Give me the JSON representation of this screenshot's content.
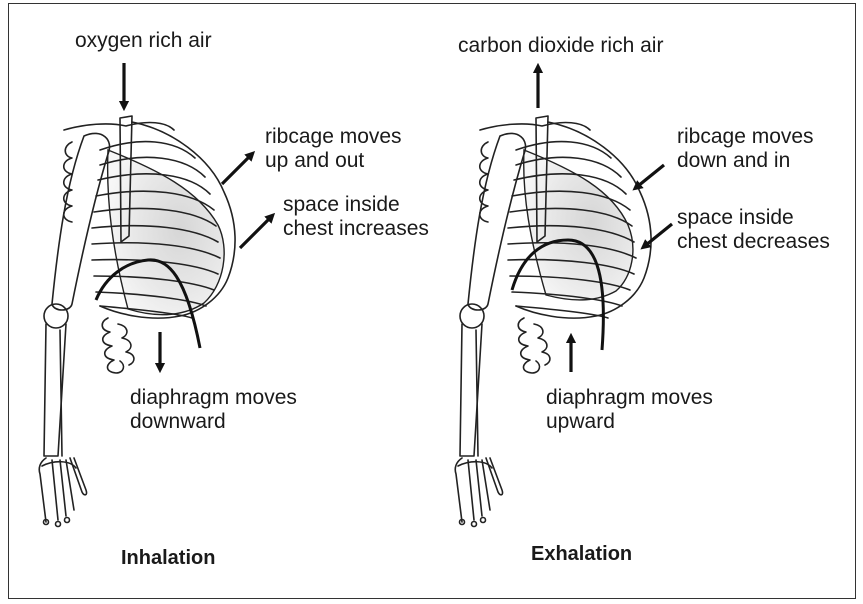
{
  "inhalation": {
    "title": "Inhalation",
    "air_label": "oxygen rich air",
    "ribcage": [
      "ribcage moves",
      "up and out"
    ],
    "space": [
      "space inside",
      "chest increases"
    ],
    "diaphragm": [
      "diaphragm moves",
      "downward"
    ]
  },
  "exhalation": {
    "title": "Exhalation",
    "air_label": "carbon dioxide rich air",
    "ribcage": [
      "ribcage moves",
      "down and in"
    ],
    "space": [
      "space inside",
      "chest decreases"
    ],
    "diaphragm": [
      "diaphragm moves",
      "upward"
    ]
  }
}
